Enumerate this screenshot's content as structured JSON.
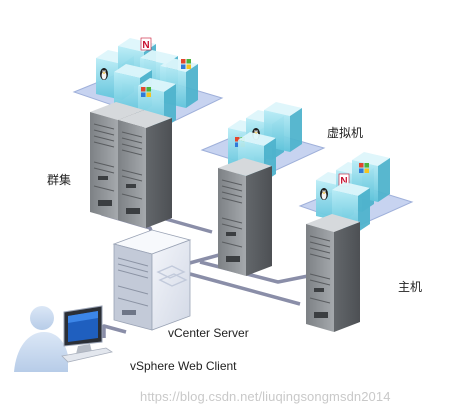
{
  "labels": {
    "cluster": "群集",
    "virtual_machine": "虚拟机",
    "host": "主机",
    "vcenter_server": "vCenter Server",
    "web_client": "vSphere Web Client"
  },
  "watermark": "https://blog.csdn.net/liuqingsongmsdn2014",
  "colors": {
    "network_line": "#8a8ea8",
    "platform": "#c7d3f0",
    "vm_cube": "#7fd0e2",
    "server_body": "#8f9397",
    "vcenter_body": "#e7ebf3",
    "person_silhouette": "#c9daf0"
  },
  "icons": [
    "linux-tux-icon",
    "novell-n-icon",
    "windows-flag-icon"
  ]
}
